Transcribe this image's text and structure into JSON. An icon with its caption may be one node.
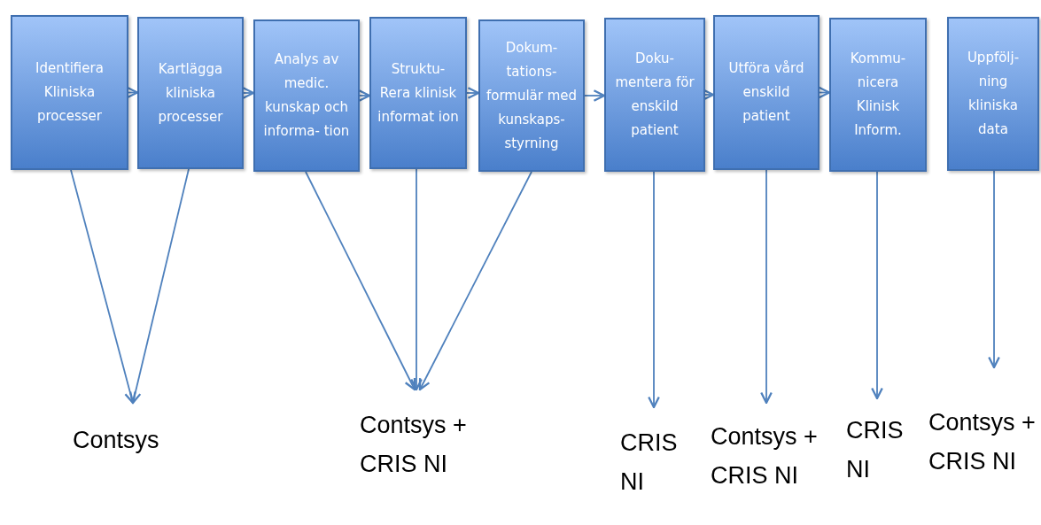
{
  "diagram": {
    "nodes": [
      {
        "text": [
          "Identifiera Kliniska processer"
        ]
      },
      {
        "text": [
          "Kartlägga kliniska processer"
        ]
      },
      {
        "text": [
          "Analys av medic. kunskap och informa- tion"
        ]
      },
      {
        "text": [
          "Struktu- Rera klinisk informat ion"
        ]
      },
      {
        "text": [
          "Dokum- tations- formulär med kunskaps- styrning"
        ]
      },
      {
        "text": [
          "Doku- mentera för enskild patient"
        ]
      },
      {
        "text": [
          "Utföra vård enskild patient"
        ]
      },
      {
        "text": [
          "Kommu- nicera Klinisk Inform."
        ]
      },
      {
        "text": [
          "Uppfölj- ning kliniska data"
        ]
      },
      {
        "text": [
          "Contsys"
        ]
      },
      {
        "text": [
          "Contsys + CRIS NI"
        ]
      },
      {
        "text": [
          "CRIS NI"
        ]
      },
      {
        "text": [
          "Contsys + CRIS NI"
        ]
      },
      {
        "text": [
          "CRIS NI"
        ]
      },
      {
        "text": [
          "Contsys + CRIS NI"
        ]
      }
    ],
    "edges": [
      {
        "from": 0,
        "to": 1,
        "arrow": "to"
      },
      {
        "from": 1,
        "to": 2,
        "arrow": "to"
      },
      {
        "from": 2,
        "to": 3,
        "arrow": "to"
      },
      {
        "from": 3,
        "to": 4,
        "arrow": "to"
      },
      {
        "from": 4,
        "to": 5,
        "arrow": "to"
      },
      {
        "from": 5,
        "to": 6,
        "arrow": "to"
      },
      {
        "from": 6,
        "to": 7,
        "arrow": "to"
      },
      {
        "from": 0,
        "to": 9,
        "arrow": "to"
      },
      {
        "from": 1,
        "to": 9,
        "arrow": "to"
      },
      {
        "from": 2,
        "to": 10,
        "arrow": "to"
      },
      {
        "from": 3,
        "to": 10,
        "arrow": "to"
      },
      {
        "from": 4,
        "to": 10,
        "arrow": "to"
      },
      {
        "from": 5,
        "to": 11,
        "arrow": "to"
      },
      {
        "from": 6,
        "to": 12,
        "arrow": "to"
      },
      {
        "from": 7,
        "to": 13,
        "arrow": "to"
      },
      {
        "from": 8,
        "to": 14,
        "arrow": "to"
      }
    ]
  }
}
